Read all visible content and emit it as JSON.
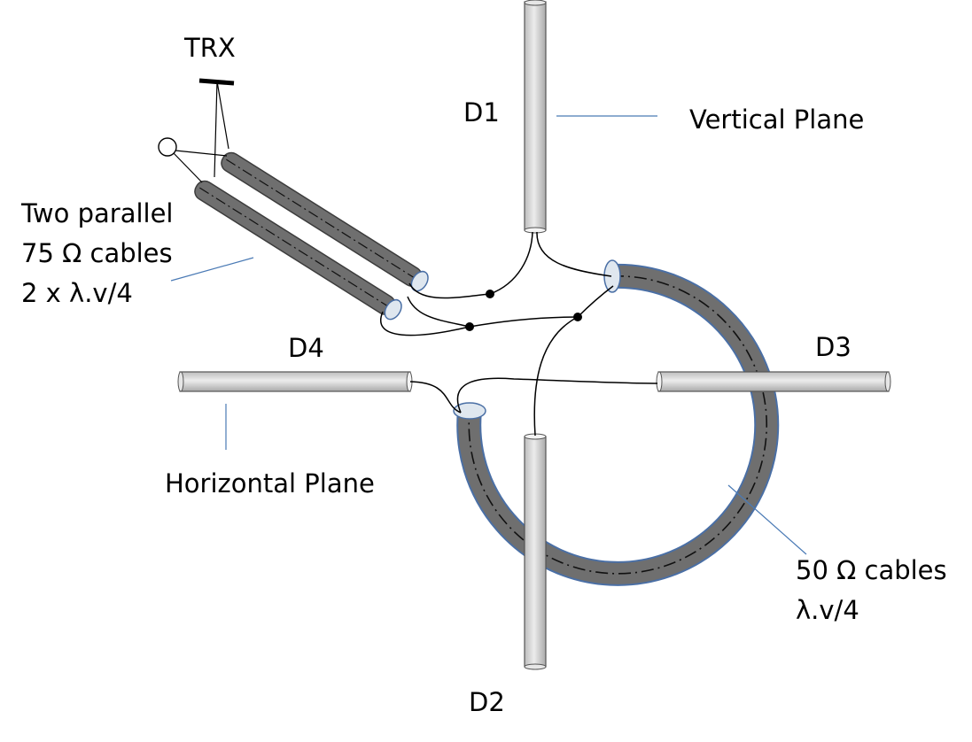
{
  "labels": {
    "trx": "TRX",
    "d1": "D1",
    "d2": "D2",
    "d3": "D3",
    "d4": "D4",
    "vertical_plane": "Vertical Plane",
    "horizontal_plane": "Horizontal Plane",
    "parallel_cables": [
      "Two parallel",
      "75 Ω cables",
      "2 x λ.v/4"
    ],
    "fifty_ohm_cables": [
      "50 Ω cables",
      "λ.v/4"
    ]
  },
  "colors": {
    "dipole_fill": "#d0d0d0",
    "dipole_stroke": "#555555",
    "coax_fill": "#6f6f6f",
    "coax_edge": "#4a6fa5",
    "cable_end": "#dfe7ef",
    "leader_line": "#4a7ab5",
    "wire": "#000000"
  }
}
